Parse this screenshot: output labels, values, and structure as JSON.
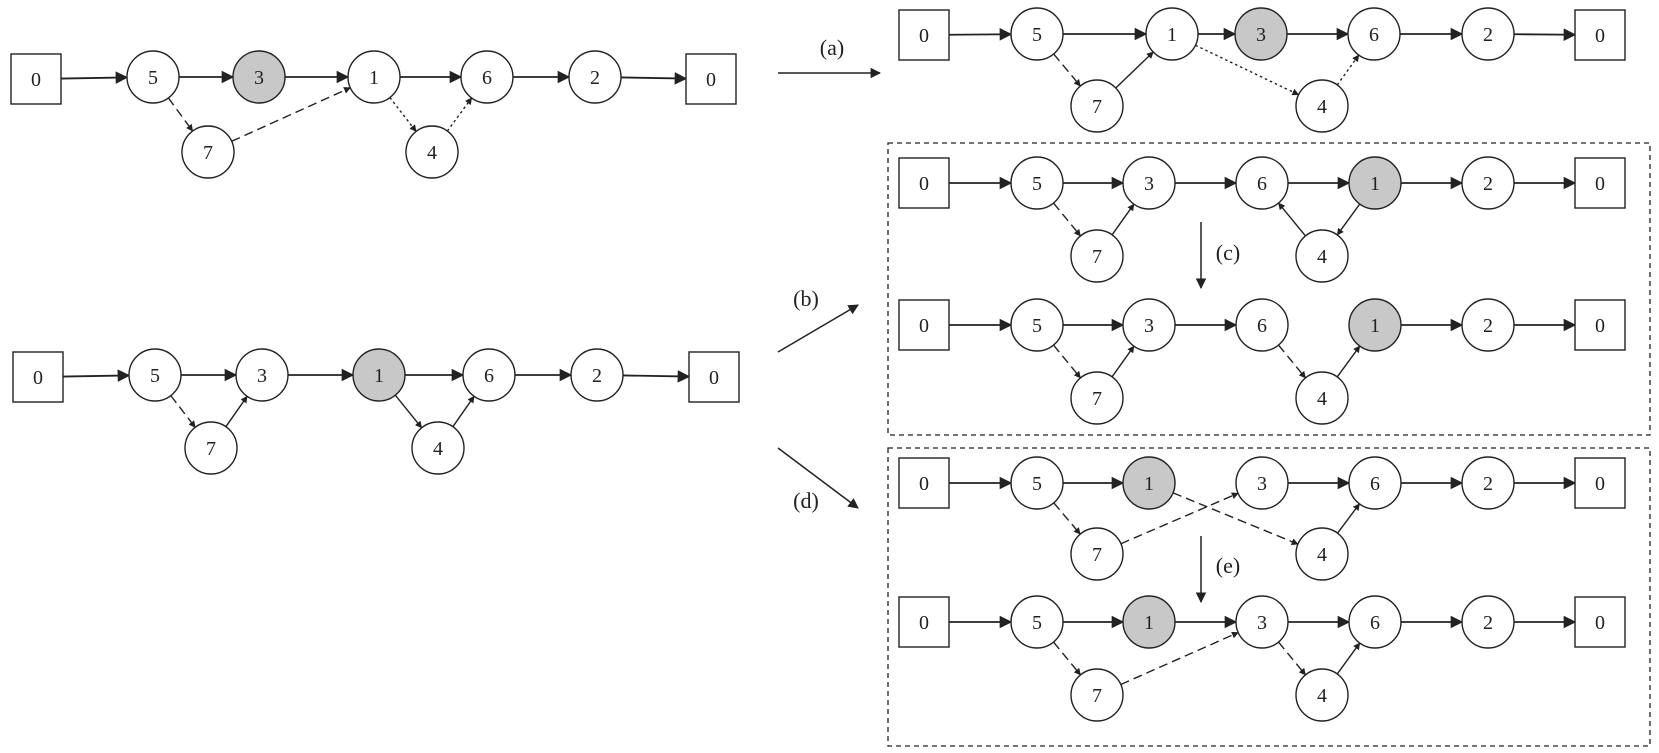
{
  "labels": {
    "a": "(a)",
    "b": "(b)",
    "c": "(c)",
    "d": "(d)",
    "e": "(e)"
  },
  "colors": {
    "node_fill": "#ffffff",
    "highlight_fill": "#c8c8c8",
    "stroke": "#222222"
  },
  "diagrams": [
    {
      "name": "left-top",
      "nodes": [
        {
          "id": "d0",
          "label": "0",
          "shape": "depot"
        },
        {
          "id": "n5",
          "label": "5"
        },
        {
          "id": "n3",
          "label": "3",
          "highlight": true
        },
        {
          "id": "n1",
          "label": "1"
        },
        {
          "id": "n6",
          "label": "6"
        },
        {
          "id": "n2",
          "label": "2"
        },
        {
          "id": "d1",
          "label": "0",
          "shape": "depot"
        },
        {
          "id": "n7",
          "label": "7"
        },
        {
          "id": "n4",
          "label": "4"
        }
      ],
      "edges": [
        {
          "from": "d0",
          "to": "n5",
          "style": "solid"
        },
        {
          "from": "n5",
          "to": "n3",
          "style": "solid"
        },
        {
          "from": "n3",
          "to": "n1",
          "style": "solid"
        },
        {
          "from": "n1",
          "to": "n6",
          "style": "solid"
        },
        {
          "from": "n6",
          "to": "n2",
          "style": "solid"
        },
        {
          "from": "n2",
          "to": "d1",
          "style": "solid"
        },
        {
          "from": "n5",
          "to": "n7",
          "style": "dashed"
        },
        {
          "from": "n7",
          "to": "n1",
          "style": "dashed"
        },
        {
          "from": "n1",
          "to": "n4",
          "style": "dotted"
        },
        {
          "from": "n4",
          "to": "n6",
          "style": "dotted"
        }
      ]
    },
    {
      "name": "left-bottom",
      "nodes": [
        {
          "id": "d0",
          "label": "0",
          "shape": "depot"
        },
        {
          "id": "n5",
          "label": "5"
        },
        {
          "id": "n3",
          "label": "3"
        },
        {
          "id": "n1",
          "label": "1",
          "highlight": true
        },
        {
          "id": "n6",
          "label": "6"
        },
        {
          "id": "n2",
          "label": "2"
        },
        {
          "id": "d1",
          "label": "0",
          "shape": "depot"
        },
        {
          "id": "n7",
          "label": "7"
        },
        {
          "id": "n4",
          "label": "4"
        }
      ],
      "edges": [
        {
          "from": "d0",
          "to": "n5",
          "style": "solid"
        },
        {
          "from": "n5",
          "to": "n3",
          "style": "solid"
        },
        {
          "from": "n3",
          "to": "n1",
          "style": "solid"
        },
        {
          "from": "n1",
          "to": "n6",
          "style": "solid"
        },
        {
          "from": "n6",
          "to": "n2",
          "style": "solid"
        },
        {
          "from": "n2",
          "to": "d1",
          "style": "solid"
        },
        {
          "from": "n5",
          "to": "n7",
          "style": "dashed"
        },
        {
          "from": "n7",
          "to": "n3",
          "style": "solid"
        },
        {
          "from": "n1",
          "to": "n4",
          "style": "solid"
        },
        {
          "from": "n4",
          "to": "n6",
          "style": "solid"
        }
      ]
    },
    {
      "name": "right-a",
      "nodes": [
        {
          "id": "d0",
          "label": "0",
          "shape": "depot"
        },
        {
          "id": "n5",
          "label": "5"
        },
        {
          "id": "n1",
          "label": "1"
        },
        {
          "id": "n3",
          "label": "3",
          "highlight": true
        },
        {
          "id": "n6",
          "label": "6"
        },
        {
          "id": "n2",
          "label": "2"
        },
        {
          "id": "d1",
          "label": "0",
          "shape": "depot"
        },
        {
          "id": "n7",
          "label": "7"
        },
        {
          "id": "n4",
          "label": "4"
        }
      ],
      "edges": [
        {
          "from": "d0",
          "to": "n5",
          "style": "solid"
        },
        {
          "from": "n5",
          "to": "n1",
          "style": "solid"
        },
        {
          "from": "n1",
          "to": "n3",
          "style": "solid"
        },
        {
          "from": "n3",
          "to": "n6",
          "style": "solid"
        },
        {
          "from": "n6",
          "to": "n2",
          "style": "solid"
        },
        {
          "from": "n2",
          "to": "d1",
          "style": "solid"
        },
        {
          "from": "n5",
          "to": "n7",
          "style": "dashed"
        },
        {
          "from": "n7",
          "to": "n1",
          "style": "solid"
        },
        {
          "from": "n1",
          "to": "n4",
          "style": "dotted"
        },
        {
          "from": "n4",
          "to": "n6",
          "style": "dotted"
        }
      ]
    },
    {
      "name": "right-b-top",
      "nodes": [
        {
          "id": "d0",
          "label": "0",
          "shape": "depot"
        },
        {
          "id": "n5",
          "label": "5"
        },
        {
          "id": "n3",
          "label": "3"
        },
        {
          "id": "n6",
          "label": "6"
        },
        {
          "id": "n1",
          "label": "1",
          "highlight": true
        },
        {
          "id": "n2",
          "label": "2"
        },
        {
          "id": "d1",
          "label": "0",
          "shape": "depot"
        },
        {
          "id": "n7",
          "label": "7"
        },
        {
          "id": "n4",
          "label": "4"
        }
      ],
      "edges": [
        {
          "from": "d0",
          "to": "n5",
          "style": "solid"
        },
        {
          "from": "n5",
          "to": "n3",
          "style": "solid"
        },
        {
          "from": "n3",
          "to": "n6",
          "style": "solid"
        },
        {
          "from": "n6",
          "to": "n1",
          "style": "solid"
        },
        {
          "from": "n1",
          "to": "n2",
          "style": "solid"
        },
        {
          "from": "n2",
          "to": "d1",
          "style": "solid"
        },
        {
          "from": "n5",
          "to": "n7",
          "style": "dashed"
        },
        {
          "from": "n7",
          "to": "n3",
          "style": "solid"
        },
        {
          "from": "n1",
          "to": "n4",
          "style": "solid"
        },
        {
          "from": "n4",
          "to": "n6",
          "style": "solid"
        }
      ]
    },
    {
      "name": "right-b-bottom",
      "nodes": [
        {
          "id": "d0",
          "label": "0",
          "shape": "depot"
        },
        {
          "id": "n5",
          "label": "5"
        },
        {
          "id": "n3",
          "label": "3"
        },
        {
          "id": "n6",
          "label": "6"
        },
        {
          "id": "n1",
          "label": "1",
          "highlight": true
        },
        {
          "id": "n2",
          "label": "2"
        },
        {
          "id": "d1",
          "label": "0",
          "shape": "depot"
        },
        {
          "id": "n7",
          "label": "7"
        },
        {
          "id": "n4",
          "label": "4"
        }
      ],
      "edges": [
        {
          "from": "d0",
          "to": "n5",
          "style": "solid"
        },
        {
          "from": "n5",
          "to": "n3",
          "style": "solid"
        },
        {
          "from": "n3",
          "to": "n6",
          "style": "solid"
        },
        {
          "from": "n1",
          "to": "n2",
          "style": "solid"
        },
        {
          "from": "n2",
          "to": "d1",
          "style": "solid"
        },
        {
          "from": "n5",
          "to": "n7",
          "style": "dashed"
        },
        {
          "from": "n7",
          "to": "n3",
          "style": "solid"
        },
        {
          "from": "n6",
          "to": "n4",
          "style": "dashed"
        },
        {
          "from": "n4",
          "to": "n1",
          "style": "solid"
        }
      ]
    },
    {
      "name": "right-d-top",
      "nodes": [
        {
          "id": "d0",
          "label": "0",
          "shape": "depot"
        },
        {
          "id": "n5",
          "label": "5"
        },
        {
          "id": "n1",
          "label": "1",
          "highlight": true
        },
        {
          "id": "n3",
          "label": "3"
        },
        {
          "id": "n6",
          "label": "6"
        },
        {
          "id": "n2",
          "label": "2"
        },
        {
          "id": "d1",
          "label": "0",
          "shape": "depot"
        },
        {
          "id": "n7",
          "label": "7"
        },
        {
          "id": "n4",
          "label": "4"
        }
      ],
      "edges": [
        {
          "from": "d0",
          "to": "n5",
          "style": "solid"
        },
        {
          "from": "n5",
          "to": "n1",
          "style": "solid"
        },
        {
          "from": "n3",
          "to": "n6",
          "style": "solid"
        },
        {
          "from": "n6",
          "to": "n2",
          "style": "solid"
        },
        {
          "from": "n2",
          "to": "d1",
          "style": "solid"
        },
        {
          "from": "n5",
          "to": "n7",
          "style": "dashed"
        },
        {
          "from": "n7",
          "to": "n3",
          "style": "dashed"
        },
        {
          "from": "n1",
          "to": "n4",
          "style": "dashed"
        },
        {
          "from": "n4",
          "to": "n6",
          "style": "solid"
        }
      ]
    },
    {
      "name": "right-d-bottom",
      "nodes": [
        {
          "id": "d0",
          "label": "0",
          "shape": "depot"
        },
        {
          "id": "n5",
          "label": "5"
        },
        {
          "id": "n1",
          "label": "1",
          "highlight": true
        },
        {
          "id": "n3",
          "label": "3"
        },
        {
          "id": "n6",
          "label": "6"
        },
        {
          "id": "n2",
          "label": "2"
        },
        {
          "id": "d1",
          "label": "0",
          "shape": "depot"
        },
        {
          "id": "n7",
          "label": "7"
        },
        {
          "id": "n4",
          "label": "4"
        }
      ],
      "edges": [
        {
          "from": "d0",
          "to": "n5",
          "style": "solid"
        },
        {
          "from": "n5",
          "to": "n1",
          "style": "solid"
        },
        {
          "from": "n1",
          "to": "n3",
          "style": "solid"
        },
        {
          "from": "n3",
          "to": "n6",
          "style": "solid"
        },
        {
          "from": "n6",
          "to": "n2",
          "style": "solid"
        },
        {
          "from": "n2",
          "to": "d1",
          "style": "solid"
        },
        {
          "from": "n5",
          "to": "n7",
          "style": "dashed"
        },
        {
          "from": "n7",
          "to": "n3",
          "style": "dashed"
        },
        {
          "from": "n3",
          "to": "n4",
          "style": "dashed"
        },
        {
          "from": "n4",
          "to": "n6",
          "style": "solid"
        }
      ]
    }
  ]
}
